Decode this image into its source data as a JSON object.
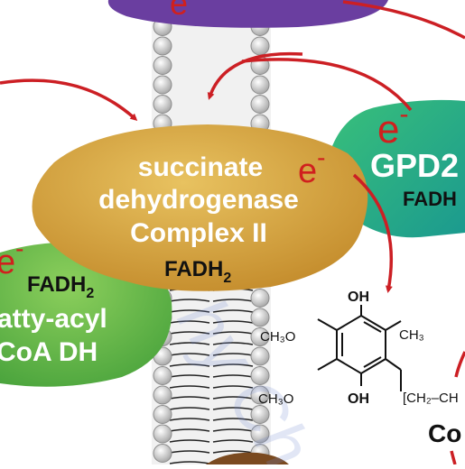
{
  "colors": {
    "electron": "#d0201e",
    "arrow": "#cc1f24",
    "succinate_dh_fill": "#d8a33c",
    "fad_green": "#62b646",
    "gpd2_fill": "#22a86a",
    "complex_top": "#6a3ea0",
    "label_white": "#ffffff",
    "label_dark": "#111111",
    "membrane_head": "#d9d9d9"
  },
  "electrons": {
    "top": "e",
    "gpd2": "e",
    "succinate": "e",
    "left": "e",
    "minus": "-"
  },
  "succinate_dh": {
    "line1": "succinate",
    "line2": "dehydrogenase",
    "line3": "Complex II",
    "cofactor": "FADH",
    "cofactor_sub": "2"
  },
  "gpd2": {
    "name": "GPD2",
    "cofactor": "FADH"
  },
  "fatty_acyl": {
    "cofactor": "FADH",
    "cofactor_sub": "2",
    "line1": "atty-acyl",
    "line2": "CoA DH"
  },
  "coq": {
    "oh_top": "OH",
    "oh_bottom": "OH",
    "methoxy_top": "CH₃O",
    "methoxy_bottom": "CH₃O",
    "methyl": "CH₃",
    "tail": "[CH₂–CH",
    "label": "Co"
  },
  "watermark": "hy Ch"
}
